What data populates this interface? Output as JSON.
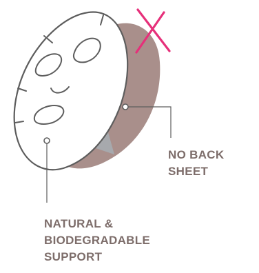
{
  "callouts": {
    "no_back_sheet": [
      "NO BACK",
      "SHEET"
    ],
    "support": [
      "NATURAL &",
      "BIODEGRADABLE",
      "SUPPORT"
    ]
  },
  "colors": {
    "text": "#7d6d6a",
    "back_sheet": "#a98f8b",
    "back_sheet_shadow": "#8c7672",
    "mask_fill": "#ffffff",
    "mask_outline": "#5d5d5d",
    "crease_gray": "#a7a9ad",
    "cross": "#e6307a"
  },
  "icons": [
    "cross-mark-icon",
    "pointer-dot-icon"
  ]
}
